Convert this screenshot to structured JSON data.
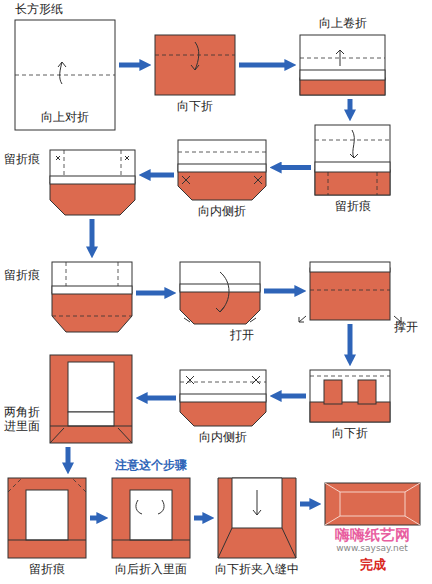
{
  "diagram": {
    "nodes": [
      {
        "text": [
          "长方形纸",
          "向上对折"
        ]
      },
      {
        "text": [
          "向下折"
        ]
      },
      {
        "text": [
          "向上卷折"
        ]
      },
      {
        "text": [
          "留折痕"
        ]
      },
      {
        "text": [
          "向内侧折"
        ]
      },
      {
        "text": [
          "留折痕"
        ]
      },
      {
        "text": [
          "留折痕"
        ]
      },
      {
        "text": [
          "打开"
        ]
      },
      {
        "text": [
          "撑开"
        ]
      },
      {
        "text": [
          "向下折"
        ]
      },
      {
        "text": [
          "向内侧折"
        ]
      },
      {
        "text": [
          "两角折进里面"
        ]
      },
      {
        "text": [
          "留折痕"
        ]
      },
      {
        "text": [
          "注意这个步骤",
          "向后折入里面"
        ]
      },
      {
        "text": [
          "向下折夹入缝中"
        ]
      },
      {
        "text": [
          "完成"
        ]
      }
    ],
    "edges": [
      {
        "from": 0,
        "to": 1,
        "arrow": "to"
      },
      {
        "from": 1,
        "to": 2,
        "arrow": "to"
      },
      {
        "from": 2,
        "to": 3,
        "arrow": "to"
      },
      {
        "from": 3,
        "to": 4,
        "arrow": "to"
      },
      {
        "from": 4,
        "to": 5,
        "arrow": "to"
      },
      {
        "from": 5,
        "to": 6,
        "arrow": "to"
      },
      {
        "from": 6,
        "to": 7,
        "arrow": "to"
      },
      {
        "from": 7,
        "to": 8,
        "arrow": "to"
      },
      {
        "from": 8,
        "to": 9,
        "arrow": "to"
      },
      {
        "from": 9,
        "to": 10,
        "arrow": "to"
      },
      {
        "from": 10,
        "to": 11,
        "arrow": "to"
      },
      {
        "from": 11,
        "to": 12,
        "arrow": "to"
      },
      {
        "from": 12,
        "to": 13,
        "arrow": "to"
      },
      {
        "from": 13,
        "to": 14,
        "arrow": "to"
      },
      {
        "from": 14,
        "to": 15,
        "arrow": "to"
      }
    ],
    "labels": [
      "嗨嗨纸艺网",
      "www.saysay.net"
    ]
  }
}
